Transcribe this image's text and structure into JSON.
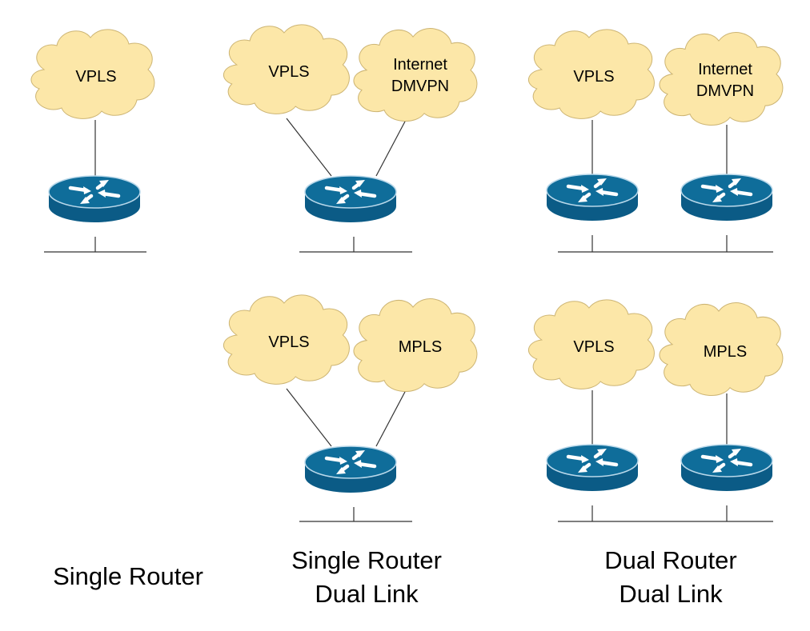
{
  "colors": {
    "cloud_fill": "#fce7a8",
    "cloud_stroke": "#cdb574",
    "router_top": "#0f6d9a",
    "router_body": "#0b5b86",
    "router_edge": "#b9d8ea",
    "line": "#333333"
  },
  "diagrams": {
    "single_router": {
      "caption": "Single Router",
      "cloud_1": [
        "VPLS"
      ]
    },
    "single_router_dual_link_dmvpn": {
      "cloud_1": [
        "VPLS"
      ],
      "cloud_2": [
        "Internet",
        "DMVPN"
      ]
    },
    "dual_router_dual_link_dmvpn": {
      "cloud_1": [
        "VPLS"
      ],
      "cloud_2": [
        "Internet",
        "DMVPN"
      ]
    },
    "single_router_dual_link_mpls": {
      "caption_line1": "Single Router",
      "caption_line2": "Dual Link",
      "cloud_1": [
        "VPLS"
      ],
      "cloud_2": [
        "MPLS"
      ]
    },
    "dual_router_dual_link_mpls": {
      "caption_line1": "Dual Router",
      "caption_line2": "Dual Link",
      "cloud_1": [
        "VPLS"
      ],
      "cloud_2": [
        "MPLS"
      ]
    }
  }
}
